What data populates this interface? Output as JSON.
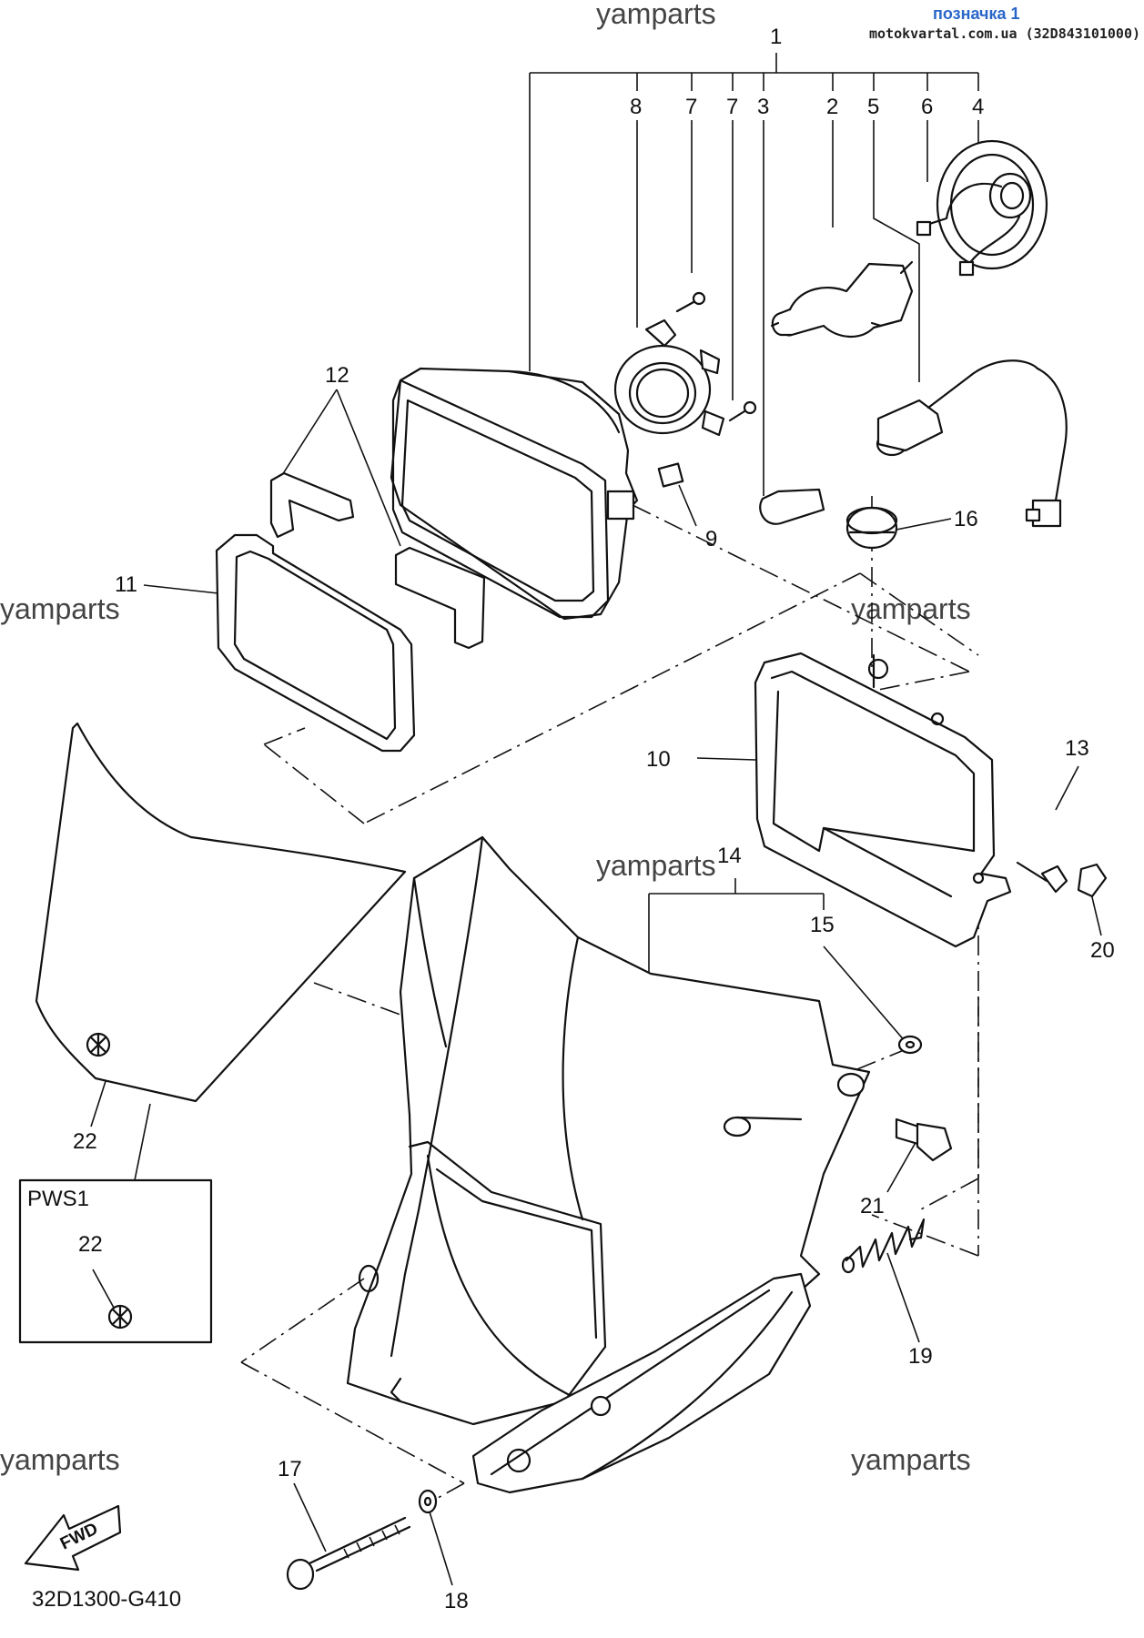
{
  "header": {
    "title": "позначка 1",
    "site": "motokvartal.com.ua (32D843101000)"
  },
  "watermark": "yamparts",
  "callouts": {
    "c1": "1",
    "c2": "2",
    "c3": "3",
    "c4": "4",
    "c5": "5",
    "c6": "6",
    "c7a": "7",
    "c7b": "7",
    "c8": "8",
    "c9": "9",
    "c10": "10",
    "c11": "11",
    "c12": "12",
    "c13": "13",
    "c14": "14",
    "c15": "15",
    "c16": "16",
    "c17": "17",
    "c18": "18",
    "c19": "19",
    "c20": "20",
    "c21": "21",
    "c22": "22",
    "c22b": "22"
  },
  "variant_box": {
    "label": "PWS1"
  },
  "fwd_label": "FWD",
  "diagram_code": "32D1300-G410"
}
